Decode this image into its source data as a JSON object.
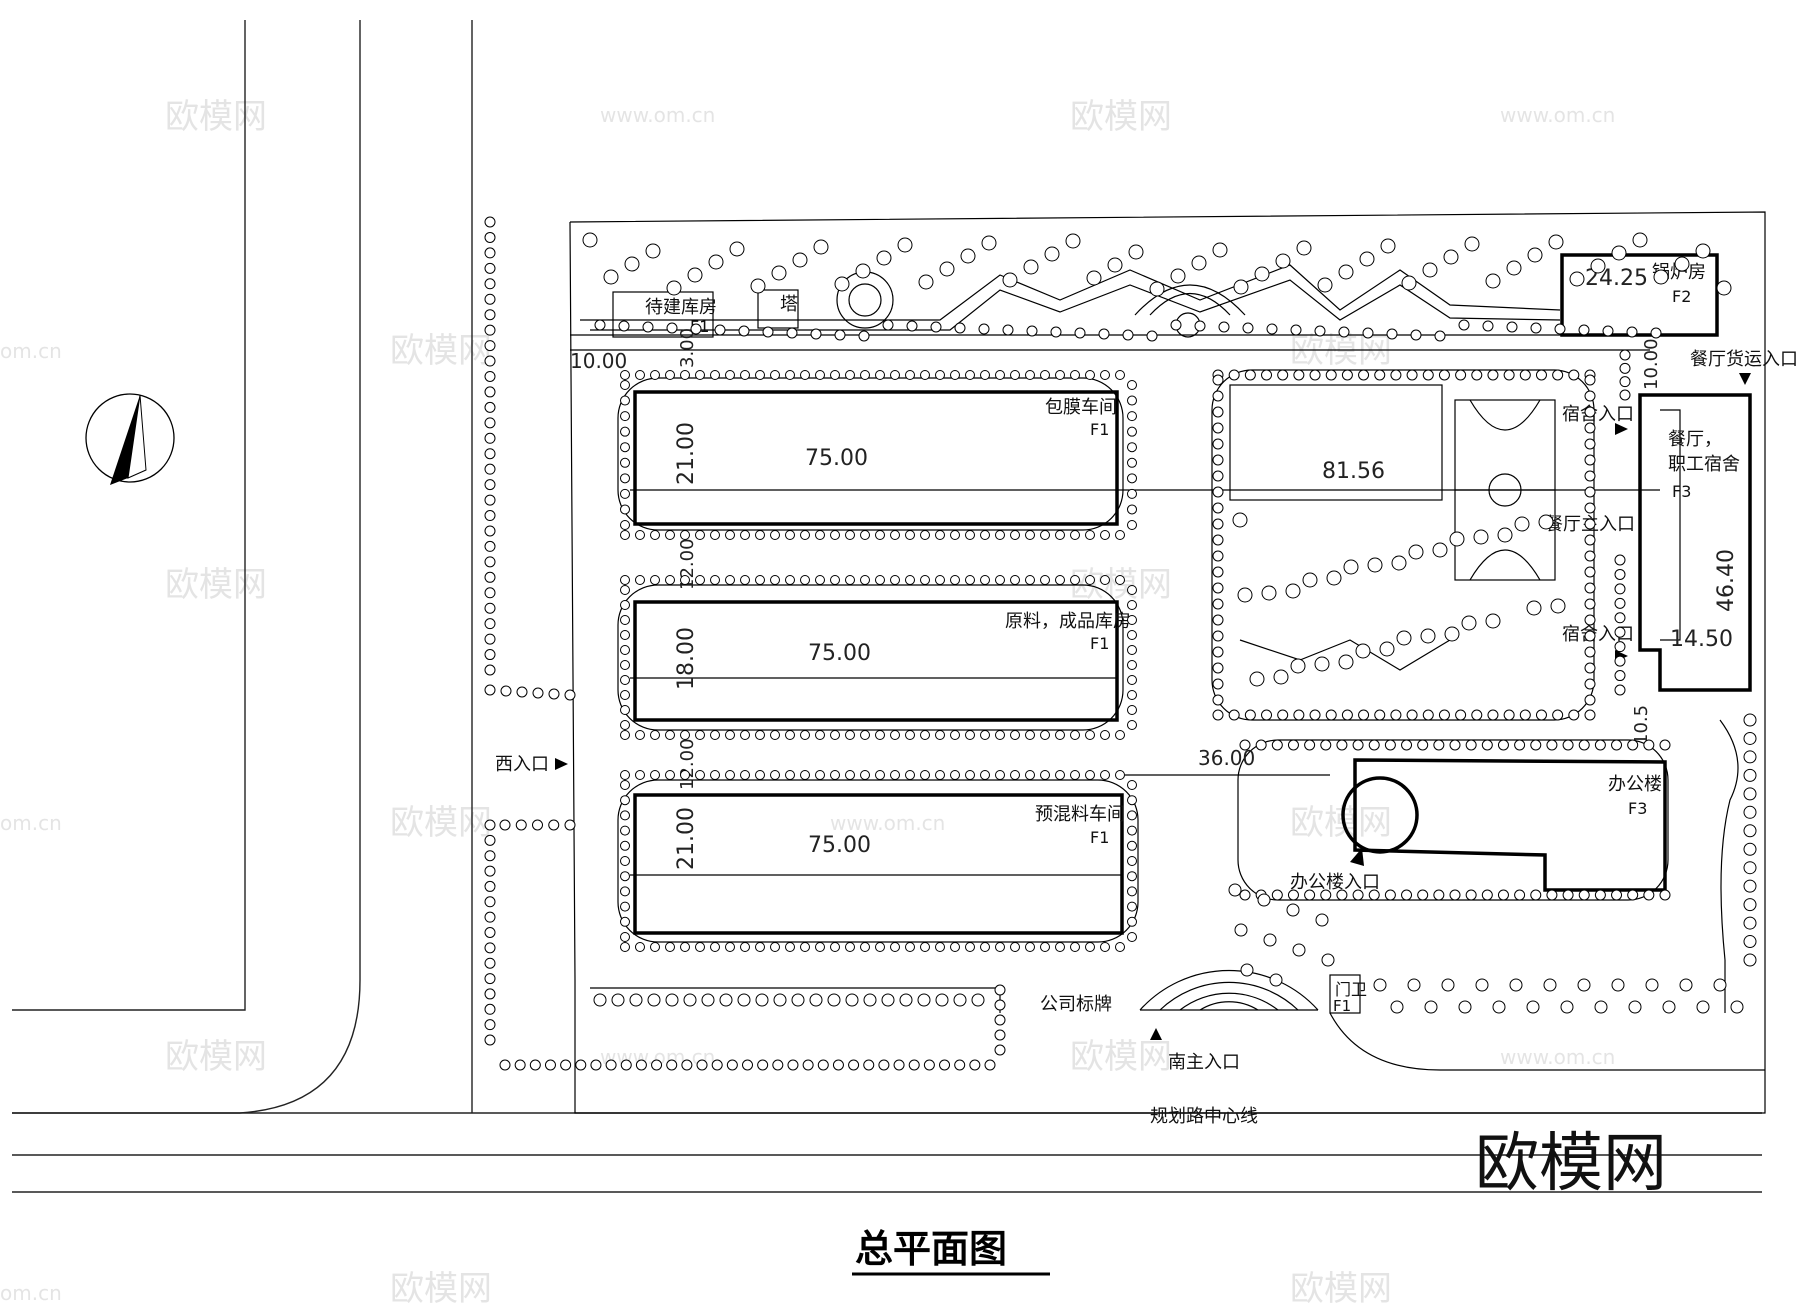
{
  "title": "总平面图",
  "watermark_big": "欧模网",
  "watermarks": [
    "欧模网",
    "www.om.cn",
    "om.cn"
  ],
  "north_arrow": {
    "icon": "north-arrow-icon"
  },
  "buildings": {
    "waiting_warehouse": {
      "name": "待建库房",
      "floors": "F1"
    },
    "tower": {
      "name": "塔"
    },
    "boiler_room": {
      "name": "锅炉房",
      "floors": "F2",
      "length": "24.25"
    },
    "film_workshop": {
      "name": "包膜车间",
      "floors": "F1",
      "length": "75.00",
      "width": "21.00"
    },
    "raw_material_warehouse": {
      "name": "原料，成品库房",
      "floors": "F1",
      "length": "75.00",
      "width": "18.00"
    },
    "premix_workshop": {
      "name": "预混料车间",
      "floors": "F1",
      "length": "75.00",
      "width": "21.00"
    },
    "canteen_dorm": {
      "name_line1": "餐厅，",
      "name_line2": "职工宿舍",
      "floors": "F3",
      "length": "46.40",
      "width": "14.50"
    },
    "office": {
      "name": "办公楼",
      "floors": "F3"
    },
    "guard": {
      "name": "门卫",
      "floors": "F1"
    }
  },
  "dimensions": {
    "d10": "10.00",
    "d3": "3.00",
    "d12a": "12.00",
    "d12b": "12.00",
    "d81": "81.56",
    "d36": "36.00",
    "d10b": "10.00",
    "d10c": "10.5"
  },
  "entrances": {
    "west": "西入口",
    "south_main": "南主入口",
    "office": "办公楼入口",
    "dorm": "宿舍入口",
    "dorm_upper": "宿舍入口",
    "canteen_main": "餐厅主入口",
    "canteen_freight": "餐厅货运入口"
  },
  "labels": {
    "company_sign": "公司标牌",
    "road_centerline": "规划路中心线"
  }
}
